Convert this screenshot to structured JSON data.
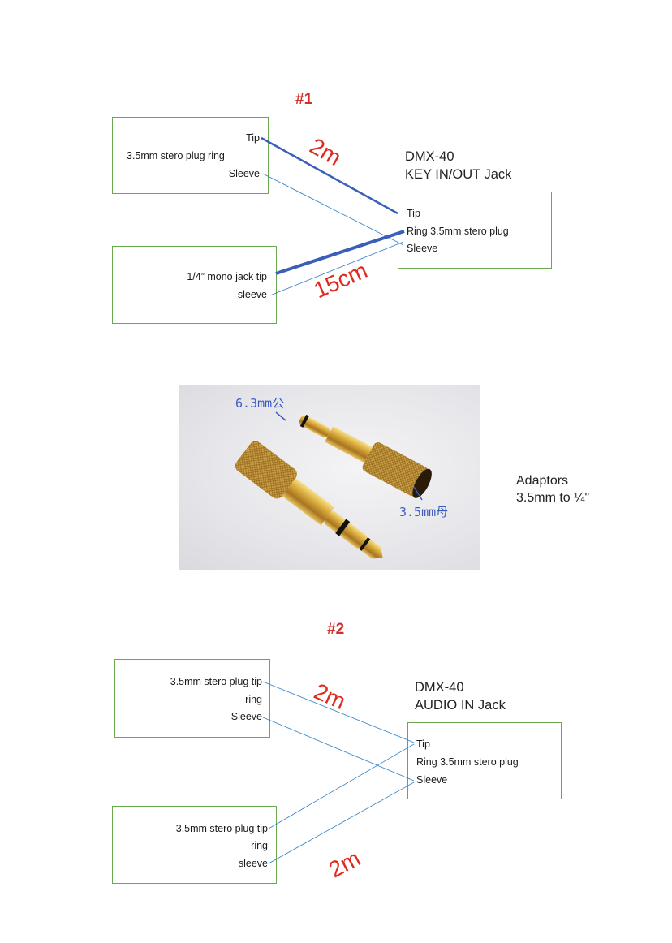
{
  "diagram1": {
    "heading": "#1",
    "plug_box": {
      "tip": "Tip",
      "middle": "3.5mm   stero   plug   ring",
      "sleeve": "Sleeve"
    },
    "mono_box": {
      "tip": "1/4” mono jack tip",
      "sleeve": "sleeve"
    },
    "jack_title": [
      "DMX-40",
      "KEY IN/OUT Jack"
    ],
    "jack_box": {
      "tip": "Tip",
      "ring": "Ring    3.5mm stero plug",
      "sleeve": "Sleeve"
    },
    "length_top": "2m",
    "length_bottom": "15cm"
  },
  "photo": {
    "label_top": "6.3mm公",
    "label_bottom": "3.5mm母"
  },
  "adaptors": [
    "Adaptors",
    "3.5mm to ¼\""
  ],
  "diagram2": {
    "heading": "#2",
    "plug_box_top": {
      "line1": "3.5mm    stero    plug   tip",
      "ring": "ring",
      "sleeve": "Sleeve"
    },
    "jack_title": [
      "DMX-40",
      "AUDIO IN Jack"
    ],
    "jack_box": {
      "tip": "Tip",
      "ring": "Ring    3.5mm stero plug",
      "sleeve": "Sleeve"
    },
    "plug_box_bottom": {
      "line1": "3.5mm    stero    plug   tip",
      "ring": "ring",
      "sleeve": "sleeve"
    },
    "length_top": "2m",
    "length_bottom": "2m"
  },
  "colors": {
    "box_border": "#6aa84f",
    "wire_thin": "#2e7fc6",
    "wire_thick": "#3a5fb8",
    "heading": "#d0302a",
    "length_label": "#e02a20"
  }
}
